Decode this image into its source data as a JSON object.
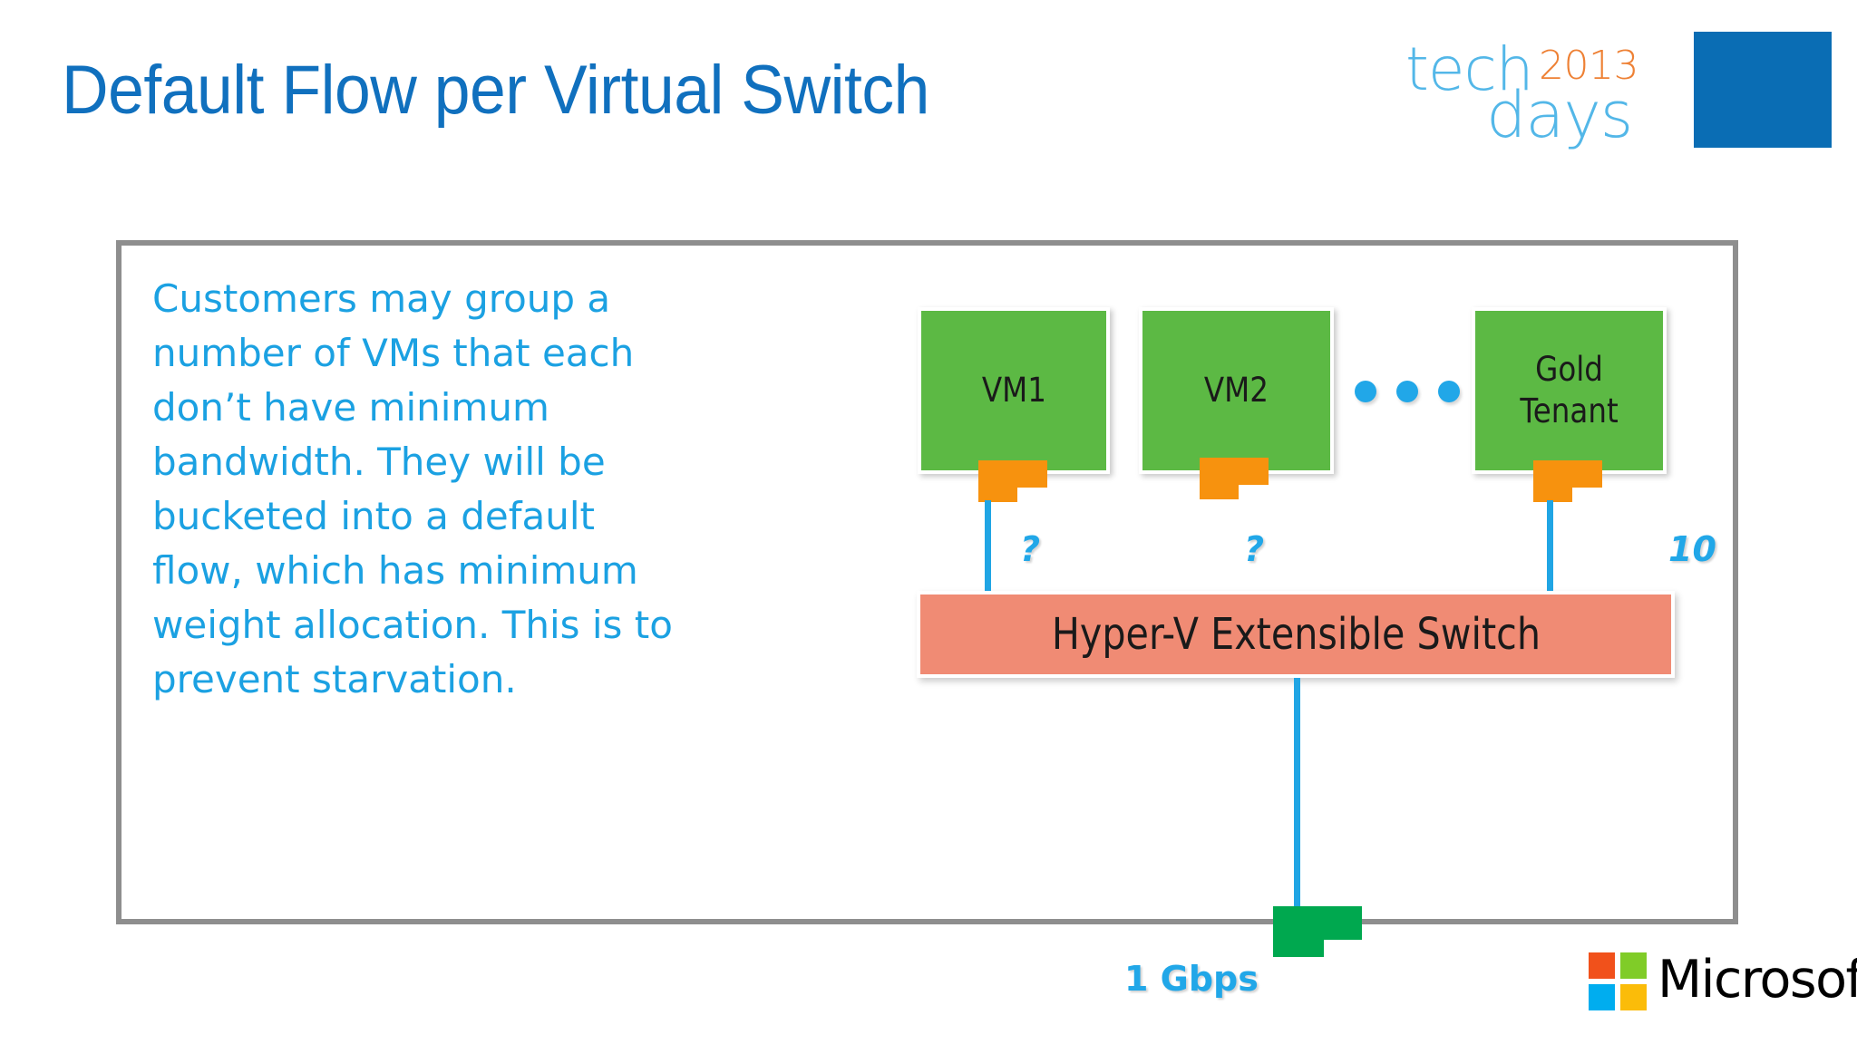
{
  "slide": {
    "title": "Default Flow per Virtual Switch",
    "body_text": "Customers may group a number of VMs that each don’t have minimum bandwidth. They will be bucketed into a default flow, which has minimum weight allocation. This is to prevent starvation."
  },
  "brand": {
    "techdays_tech": "tech",
    "techdays_year": "2013",
    "techdays_days": "days",
    "microsoft_wordmark": "Microsoft"
  },
  "diagram": {
    "vms": [
      {
        "label": "VM1",
        "weight": "?"
      },
      {
        "label": "VM2",
        "weight": "?"
      },
      {
        "label": "Gold\nTenant",
        "label_line1": "Gold",
        "label_line2": "Tenant",
        "weight": "10"
      }
    ],
    "ellipsis_dots": 3,
    "switch_label": "Hyper-V Extensible Switch",
    "uplink_label": "1 Gbps"
  },
  "colors": {
    "title_blue": "#1070BE",
    "body_blue": "#1BA1E2",
    "vm_green": "#5CB944",
    "nic_orange": "#F7920E",
    "nic_green": "#00A84F",
    "switch_salmon": "#F08B74",
    "line_blue": "#20A5E4",
    "frame_gray": "#8E8E8E",
    "logo_blue": "#53B7E8",
    "logo_orange": "#EE8135",
    "logo_square_blue": "#0A6DB4"
  }
}
